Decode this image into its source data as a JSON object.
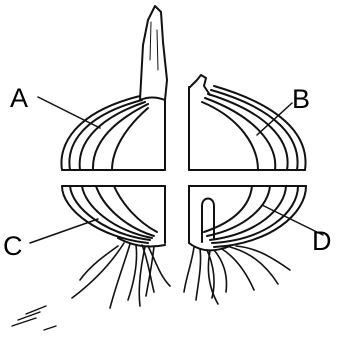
{
  "labels": {
    "a": "A",
    "b": "B",
    "c": "C",
    "d": "D"
  },
  "colors": {
    "ink": "#111111",
    "background": "#ffffff"
  }
}
